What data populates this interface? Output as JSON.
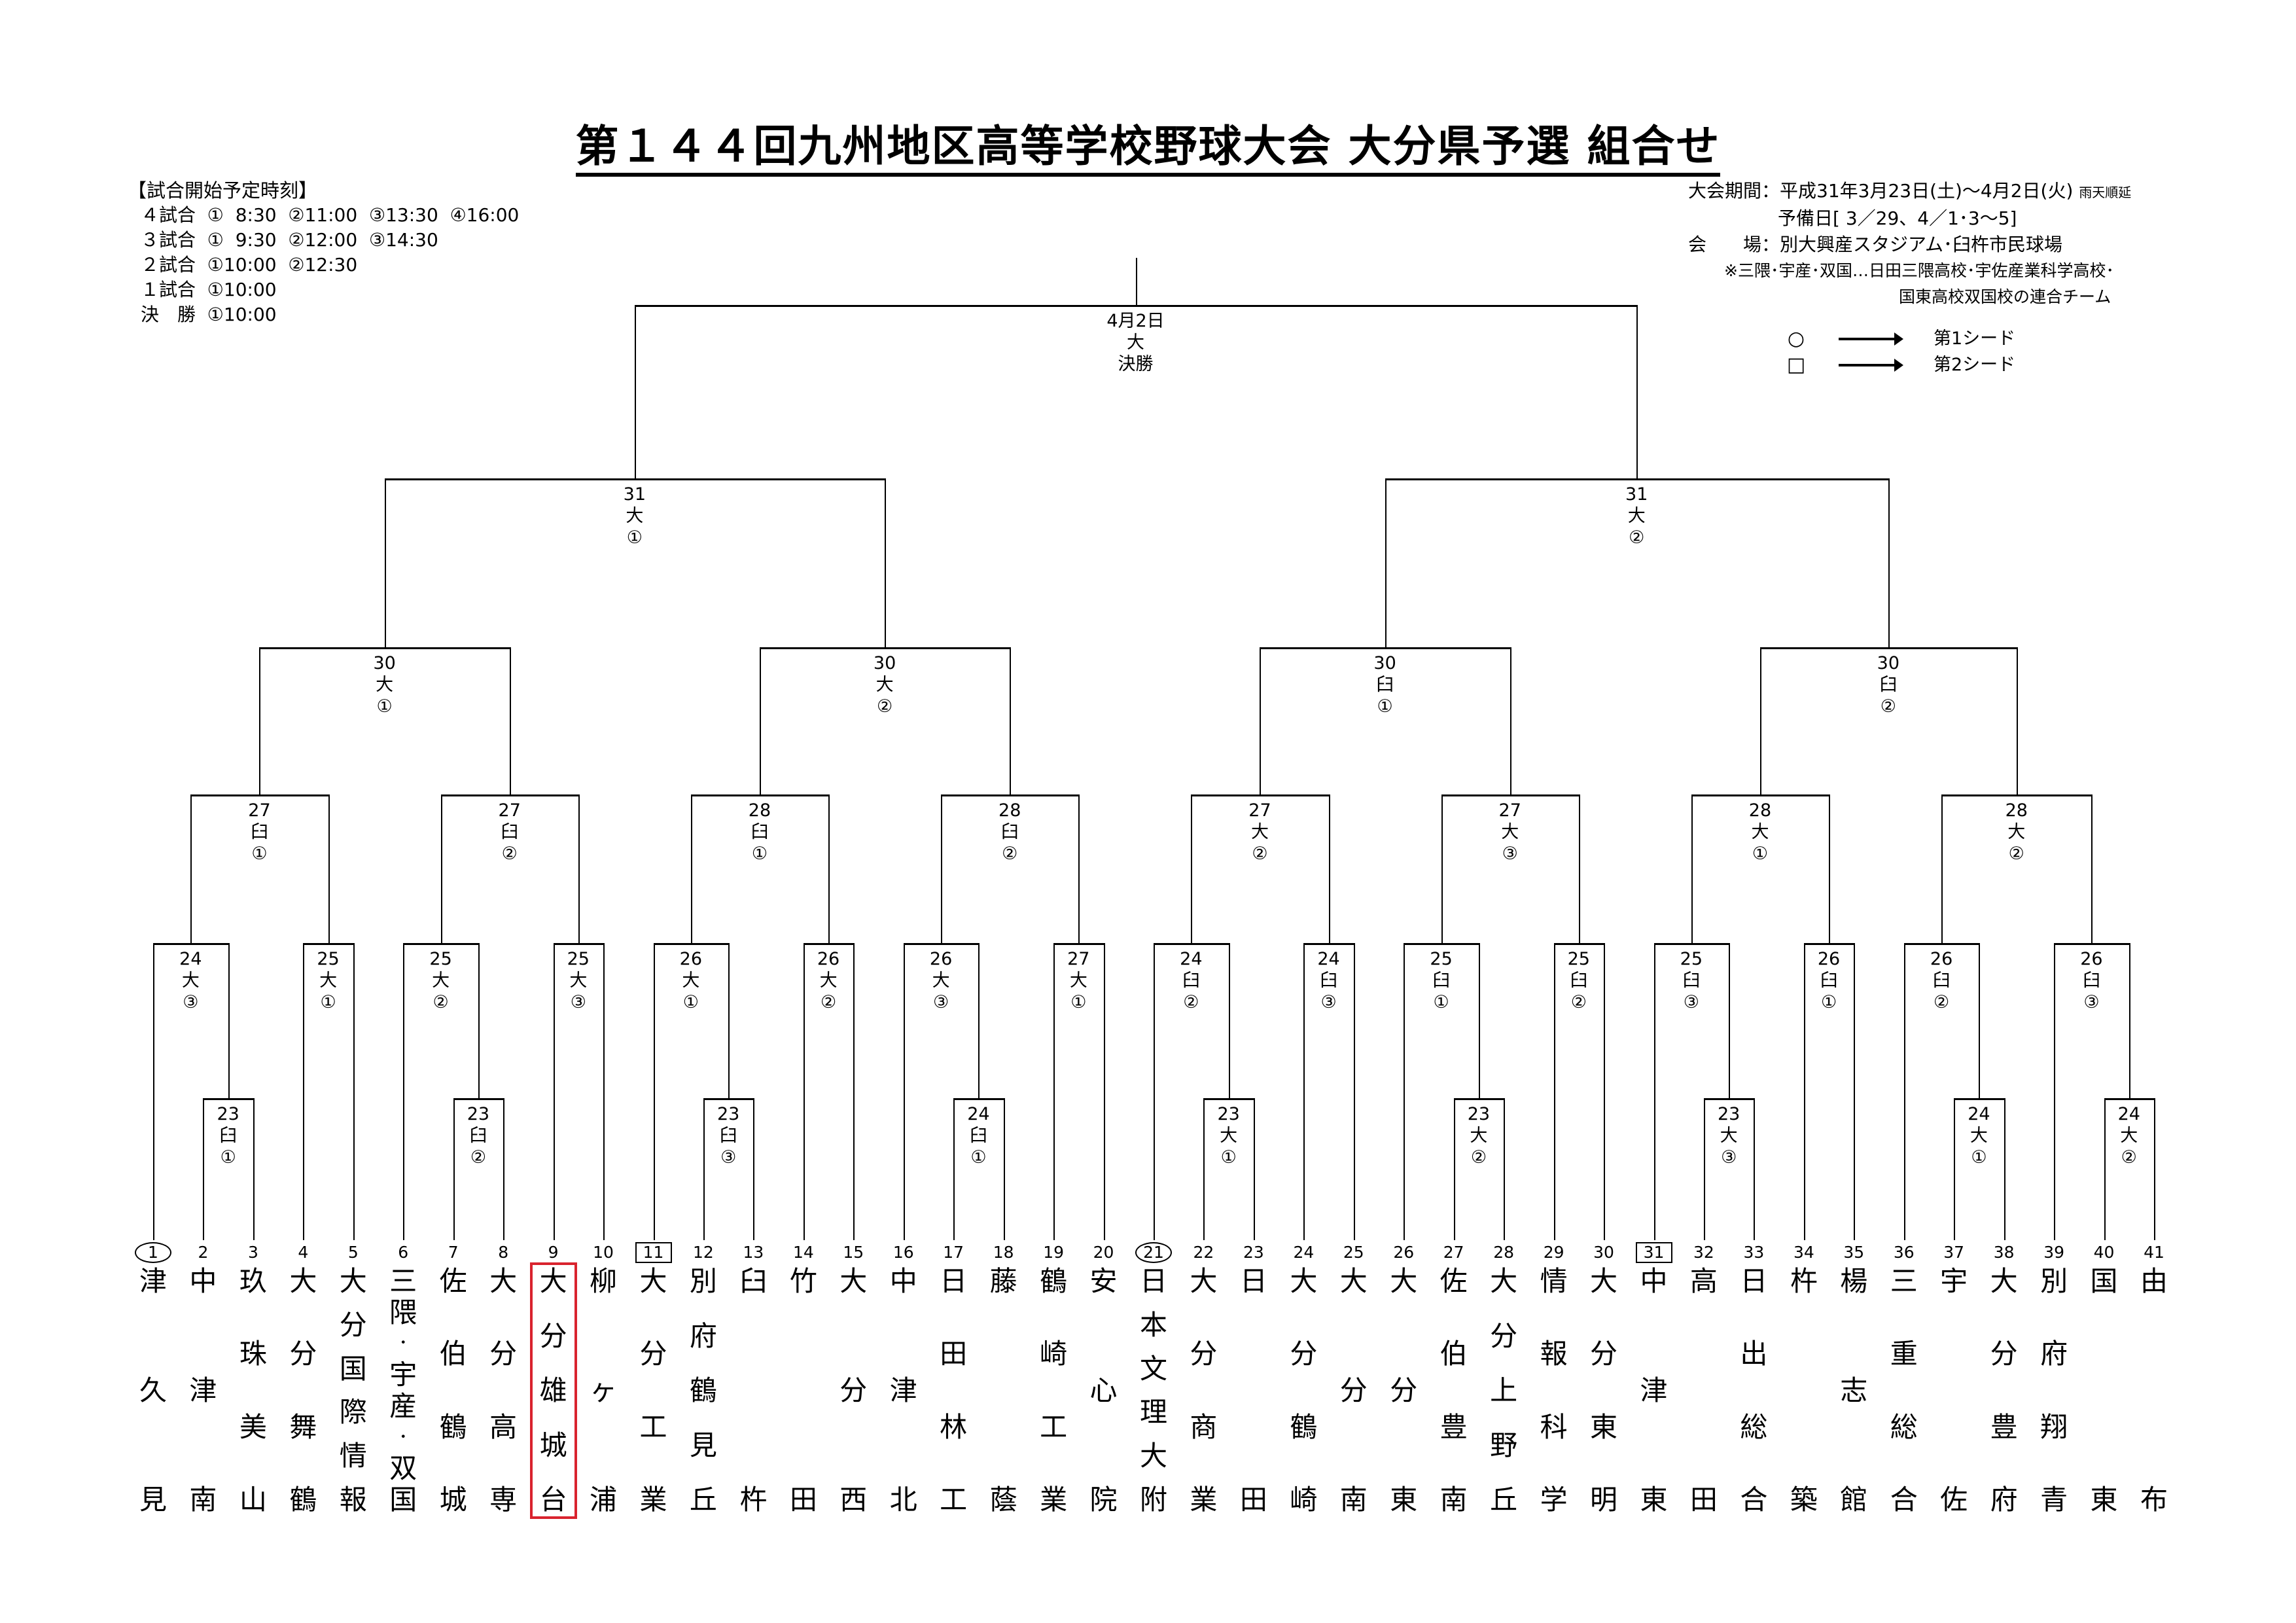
{
  "title": "第１４４回九州地区高等学校野球大会 大分県予選 組合せ",
  "schedule": {
    "heading": "【試合開始予定時刻】",
    "rows": [
      "４試合  ①  8:30  ②11:00  ③13:30  ④16:00",
      "３試合  ①  9:30  ②12:00  ③14:30",
      "２試合  ①10:00  ②12:30",
      "１試合  ①10:00",
      "決　勝  ①10:00"
    ]
  },
  "info": {
    "period": "大会期間：平成31年3月23日(土)～4月2日(火)",
    "period_note": "雨天順延",
    "reserve": "予備日[ 3／29、4／1･3～5]",
    "venue": "会　　場：別大興産スタジアム･臼杵市民球場",
    "note1": "※三隈･宇産･双国…日田三隈高校･宇佐産業科学高校･",
    "note2": "国東高校双国校の連合チーム"
  },
  "legend": {
    "seed1_symbol": "○",
    "seed1_label": "第1シード",
    "seed2_symbol": "□",
    "seed2_label": "第2シード"
  },
  "colors": {
    "line": "#000000",
    "highlight": "#d9232e"
  },
  "teams": [
    {
      "no": "1",
      "name": "津久見",
      "seed": 1
    },
    {
      "no": "2",
      "name": "中津南"
    },
    {
      "no": "3",
      "name": "玖珠美山"
    },
    {
      "no": "4",
      "name": "大分舞鶴"
    },
    {
      "no": "5",
      "name": "大分国際情報"
    },
    {
      "no": "6",
      "name": "三隈･宇産･双国"
    },
    {
      "no": "7",
      "name": "佐伯鶴城"
    },
    {
      "no": "8",
      "name": "大分高専"
    },
    {
      "no": "9",
      "name": "大分雄城台",
      "highlight": true
    },
    {
      "no": "10",
      "name": "柳ヶ浦"
    },
    {
      "no": "11",
      "name": "大分工業",
      "seed": 2
    },
    {
      "no": "12",
      "name": "別府鶴見丘"
    },
    {
      "no": "13",
      "name": "臼杵"
    },
    {
      "no": "14",
      "name": "竹田"
    },
    {
      "no": "15",
      "name": "大分西"
    },
    {
      "no": "16",
      "name": "中津北"
    },
    {
      "no": "17",
      "name": "日田林工"
    },
    {
      "no": "18",
      "name": "藤蔭"
    },
    {
      "no": "19",
      "name": "鶴崎工業"
    },
    {
      "no": "20",
      "name": "安心院"
    },
    {
      "no": "21",
      "name": "日本文理大附",
      "seed": 1
    },
    {
      "no": "22",
      "name": "大分商業"
    },
    {
      "no": "23",
      "name": "日田"
    },
    {
      "no": "24",
      "name": "大分鶴崎"
    },
    {
      "no": "25",
      "name": "大分南"
    },
    {
      "no": "26",
      "name": "大分東"
    },
    {
      "no": "27",
      "name": "佐伯豊南"
    },
    {
      "no": "28",
      "name": "大分上野丘"
    },
    {
      "no": "29",
      "name": "情報科学"
    },
    {
      "no": "30",
      "name": "大分東明"
    },
    {
      "no": "31",
      "name": "中津東",
      "seed": 2
    },
    {
      "no": "32",
      "name": "高田"
    },
    {
      "no": "33",
      "name": "日出総合"
    },
    {
      "no": "34",
      "name": "杵築"
    },
    {
      "no": "35",
      "name": "楊志館"
    },
    {
      "no": "36",
      "name": "三重総合"
    },
    {
      "no": "37",
      "name": "宇佐"
    },
    {
      "no": "38",
      "name": "大分豊府"
    },
    {
      "no": "39",
      "name": "別府翔青"
    },
    {
      "no": "40",
      "name": "国東"
    },
    {
      "no": "41",
      "name": "由布"
    }
  ],
  "matches": {
    "r1": [
      {
        "id": "a",
        "teams": [
          2,
          3
        ],
        "date": "23",
        "venue": "臼",
        "game": "①"
      },
      {
        "id": "b",
        "teams": [
          7,
          8
        ],
        "date": "23",
        "venue": "臼",
        "game": "②"
      },
      {
        "id": "c",
        "teams": [
          12,
          13
        ],
        "date": "23",
        "venue": "臼",
        "game": "③"
      },
      {
        "id": "d",
        "teams": [
          17,
          18
        ],
        "date": "24",
        "venue": "臼",
        "game": "①"
      },
      {
        "id": "e",
        "teams": [
          22,
          23
        ],
        "date": "23",
        "venue": "大",
        "game": "①"
      },
      {
        "id": "f",
        "teams": [
          27,
          28
        ],
        "date": "23",
        "venue": "大",
        "game": "②"
      },
      {
        "id": "g",
        "teams": [
          32,
          33
        ],
        "date": "23",
        "venue": "大",
        "game": "③"
      },
      {
        "id": "h",
        "teams": [
          37,
          38
        ],
        "date": "24",
        "venue": "大",
        "game": "①"
      },
      {
        "id": "i",
        "teams": [
          40,
          41
        ],
        "date": "24",
        "venue": "大",
        "game": "②"
      }
    ],
    "r2": [
      {
        "from": [
          "t1",
          "a"
        ],
        "date": "24",
        "venue": "大",
        "game": "③"
      },
      {
        "from": [
          "t4",
          "t5"
        ],
        "date": "25",
        "venue": "大",
        "game": "①"
      },
      {
        "from": [
          "t6",
          "b"
        ],
        "date": "25",
        "venue": "大",
        "game": "②"
      },
      {
        "from": [
          "t9",
          "t10"
        ],
        "date": "25",
        "venue": "大",
        "game": "③"
      },
      {
        "from": [
          "t11",
          "c"
        ],
        "date": "26",
        "venue": "大",
        "game": "①"
      },
      {
        "from": [
          "t14",
          "t15"
        ],
        "date": "26",
        "venue": "大",
        "game": "②"
      },
      {
        "from": [
          "t16",
          "d"
        ],
        "date": "26",
        "venue": "大",
        "game": "③"
      },
      {
        "from": [
          "t19",
          "t20"
        ],
        "date": "27",
        "venue": "大",
        "game": "①"
      },
      {
        "from": [
          "t21",
          "e"
        ],
        "date": "24",
        "venue": "臼",
        "game": "②"
      },
      {
        "from": [
          "t24",
          "t25"
        ],
        "date": "24",
        "venue": "臼",
        "game": "③"
      },
      {
        "from": [
          "t26",
          "f"
        ],
        "date": "25",
        "venue": "臼",
        "game": "①"
      },
      {
        "from": [
          "t29",
          "t30"
        ],
        "date": "25",
        "venue": "臼",
        "game": "②"
      },
      {
        "from": [
          "t31",
          "g"
        ],
        "date": "25",
        "venue": "臼",
        "game": "③"
      },
      {
        "from": [
          "t34",
          "t35"
        ],
        "date": "26",
        "venue": "臼",
        "game": "①"
      },
      {
        "from": [
          "t36",
          "h"
        ],
        "date": "26",
        "venue": "臼",
        "game": "②"
      },
      {
        "from": [
          "t39",
          "i"
        ],
        "date": "26",
        "venue": "臼",
        "game": "③"
      }
    ],
    "r3": [
      {
        "date": "27",
        "venue": "臼",
        "game": "①"
      },
      {
        "date": "27",
        "venue": "臼",
        "game": "②"
      },
      {
        "date": "28",
        "venue": "臼",
        "game": "①"
      },
      {
        "date": "28",
        "venue": "臼",
        "game": "②"
      },
      {
        "date": "27",
        "venue": "大",
        "game": "②"
      },
      {
        "date": "27",
        "venue": "大",
        "game": "③"
      },
      {
        "date": "28",
        "venue": "大",
        "game": "①"
      },
      {
        "date": "28",
        "venue": "大",
        "game": "②"
      }
    ],
    "qf": [
      {
        "date": "30",
        "venue": "大",
        "game": "①"
      },
      {
        "date": "30",
        "venue": "大",
        "game": "②"
      },
      {
        "date": "30",
        "venue": "臼",
        "game": "①"
      },
      {
        "date": "30",
        "venue": "臼",
        "game": "②"
      }
    ],
    "sf": [
      {
        "date": "31",
        "venue": "大",
        "game": "①"
      },
      {
        "date": "31",
        "venue": "大",
        "game": "②"
      }
    ],
    "final": {
      "date": "4月2日",
      "venue": "大",
      "game": "決勝"
    }
  }
}
